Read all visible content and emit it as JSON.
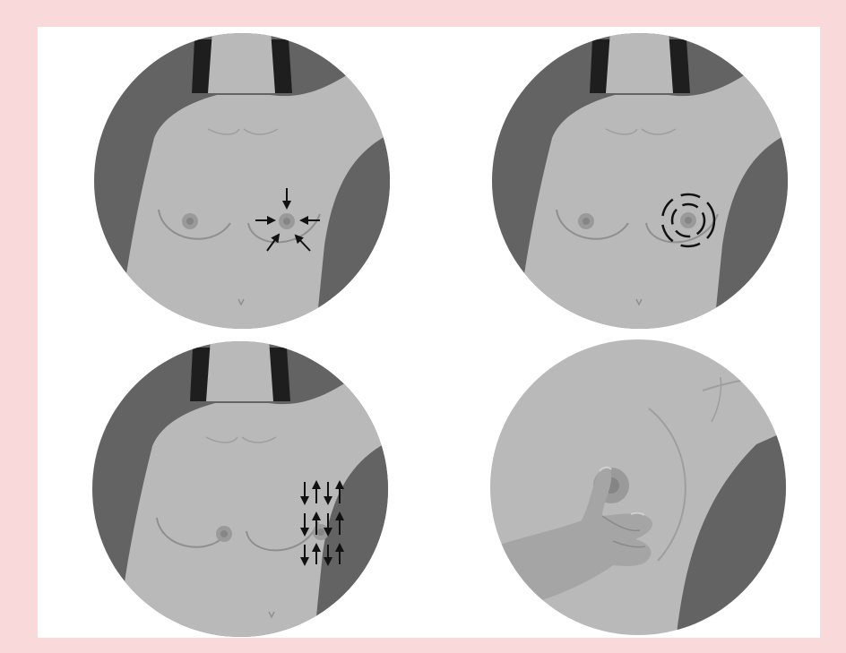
{
  "figure": {
    "panels": [
      {
        "technique": "radial-inward"
      },
      {
        "technique": "circular"
      },
      {
        "technique": "vertical-strip"
      },
      {
        "technique": "palpation-hand"
      }
    ]
  },
  "palette": {
    "background": "#f9d9d9",
    "frame": "#ffffff",
    "circle_dark": "#636363",
    "skin": "#b9b9b9",
    "skin_shadow": "#9e9e9e",
    "hair": "#1e1e1e",
    "nipple_outer": "#9a9a9a",
    "nipple_inner": "#858585",
    "arrow": "#111111",
    "garment": "#ffffff"
  }
}
